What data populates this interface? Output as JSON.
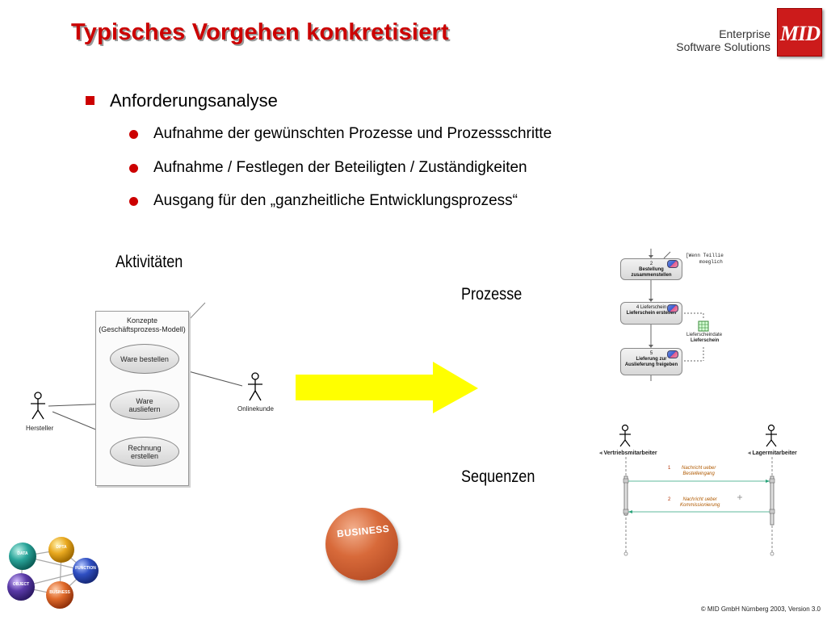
{
  "title": "Typisches Vorgehen konkretisiert",
  "logo": {
    "line1": "Enterprise",
    "line2": "Software Solutions",
    "mark": "MID"
  },
  "bullets": {
    "main": "Anforderungsanalyse",
    "sub": [
      "Aufnahme der gewünschten Prozesse und Prozessschritte",
      "Aufnahme / Festlegen der Beteiligten / Zuständigkeiten",
      "Ausgang für den „ganzheitliche Entwicklungsprozess“"
    ]
  },
  "labels": {
    "activities": "Aktivitäten",
    "processes": "Prozesse",
    "sequences": "Sequenzen"
  },
  "usecase": {
    "system_title_1": "Konzepte",
    "system_title_2": "(Geschäftsprozess-Modell)",
    "cases": [
      "Ware bestellen",
      "Ware ausliefern",
      "Rechnung erstellen"
    ],
    "actor_left": "Hersteller",
    "actor_right": "Onlinekunde"
  },
  "process": {
    "note_1": "[Wenn Teillie",
    "note_2": "moeglich",
    "steps": [
      {
        "num": "2",
        "text": "Bestellung zusammenstellen"
      },
      {
        "num": "4 Lieferschein",
        "text": "Lieferschein erstellen"
      },
      {
        "num": "5",
        "text": "Lieferung zur Auslieferung freigeben"
      }
    ],
    "object_1": "Lieferscheindate",
    "object_2": "Lieferschein"
  },
  "sequence": {
    "actor_left": "Vertriebsmitarbeiter",
    "actor_right": "Lagermitarbeiter",
    "messages": [
      {
        "num": "1",
        "line1": "Nachricht ueber",
        "line2": "Bestelleingang"
      },
      {
        "num": "2",
        "line1": "Nachricht ueber",
        "line2": "Kommissionierung"
      }
    ]
  },
  "logo_spheres": [
    "DATA",
    "DPTA",
    "FUNCTION",
    "OBJECT",
    "BUSINESS"
  ],
  "business_ball": "BUSINESS",
  "footer": "© MID GmbH Nürnberg 2003, Version 3.0",
  "colors": {
    "accent": "#cc0000",
    "arrow": "#ffff00"
  }
}
